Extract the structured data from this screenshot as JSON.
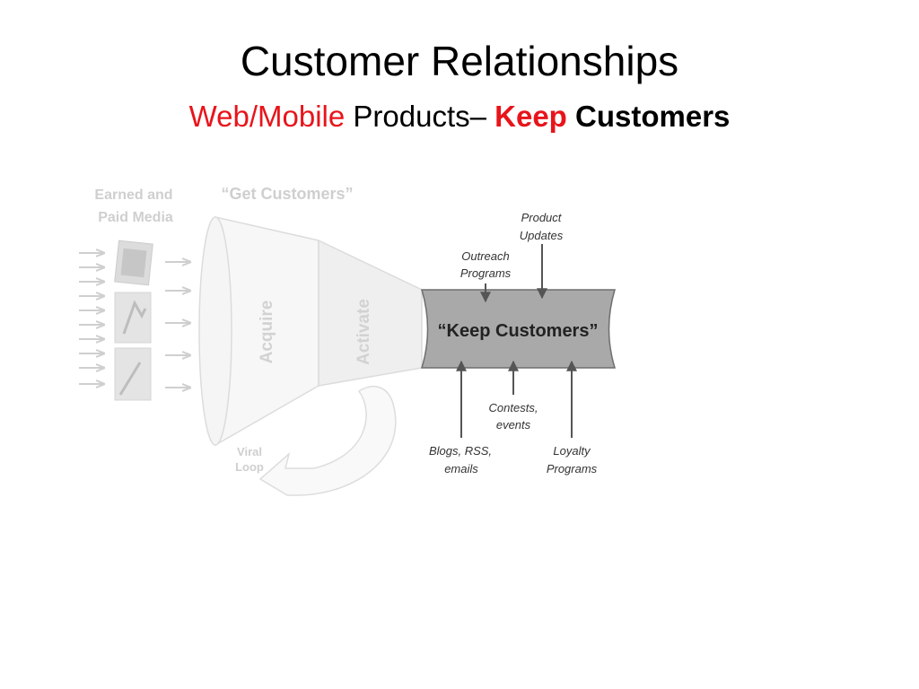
{
  "slide": {
    "title": "Customer Relationships",
    "subtitle": {
      "part1": "Web/Mobile",
      "part2": " Products– ",
      "part3": "Keep",
      "part4": " Customers"
    }
  },
  "diagram": {
    "earned_line1": "Earned and",
    "earned_line2": "Paid Media",
    "get_customers": "“Get Customers”",
    "acquire": "Acquire",
    "activate": "Activate",
    "keep_customers": "“Keep Customers”",
    "viral_line1": "Viral",
    "viral_line2": "Loop",
    "product_line1": "Product",
    "product_line2": "Updates",
    "outreach_line1": "Outreach",
    "outreach_line2": "Programs",
    "contests_line1": "Contests,",
    "contests_line2": "events",
    "blogs_line1": "Blogs, RSS,",
    "blogs_line2": "emails",
    "loyalty_line1": "Loyalty",
    "loyalty_line2": "Programs"
  },
  "colors": {
    "accent_red": "#e8141b",
    "faded_gray": "#cfcfcf",
    "keep_band": "#a9a9a9"
  }
}
